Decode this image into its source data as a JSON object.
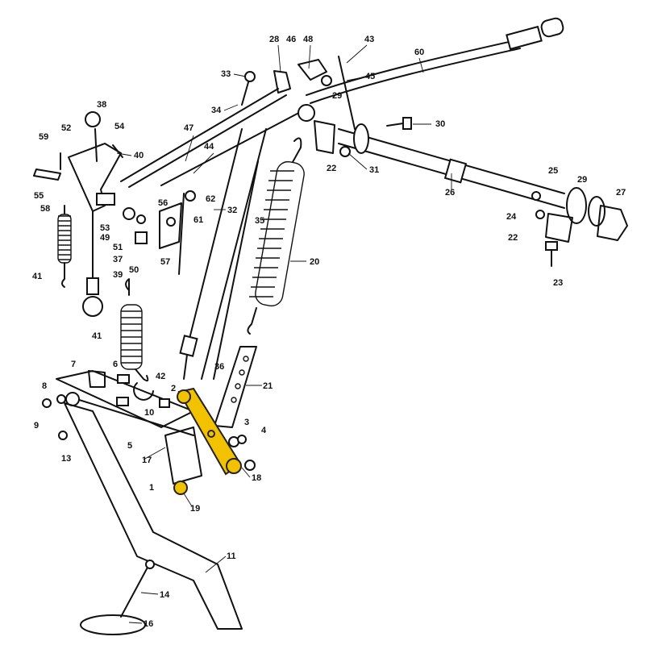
{
  "highlight_color": "#f2c200",
  "labels": [
    {
      "id": "28",
      "t": "28"
    },
    {
      "id": "46",
      "t": "46"
    },
    {
      "id": "48",
      "t": "48"
    },
    {
      "id": "43",
      "t": "43"
    },
    {
      "id": "60",
      "t": "60"
    },
    {
      "id": "33",
      "t": "33"
    },
    {
      "id": "45",
      "t": "45"
    },
    {
      "id": "34",
      "t": "34"
    },
    {
      "id": "29",
      "t": "29"
    },
    {
      "id": "38",
      "t": "38"
    },
    {
      "id": "30a",
      "t": "30"
    },
    {
      "id": "52",
      "t": "52"
    },
    {
      "id": "54",
      "t": "54"
    },
    {
      "id": "47",
      "t": "47"
    },
    {
      "id": "59",
      "t": "59"
    },
    {
      "id": "44",
      "t": "44"
    },
    {
      "id": "40",
      "t": "40"
    },
    {
      "id": "22a",
      "t": "22"
    },
    {
      "id": "31",
      "t": "31"
    },
    {
      "id": "55",
      "t": "55"
    },
    {
      "id": "58",
      "t": "58"
    },
    {
      "id": "56",
      "t": "56"
    },
    {
      "id": "62",
      "t": "62"
    },
    {
      "id": "25",
      "t": "25"
    },
    {
      "id": "29b",
      "t": "29"
    },
    {
      "id": "27",
      "t": "27"
    },
    {
      "id": "26",
      "t": "26"
    },
    {
      "id": "53",
      "t": "53"
    },
    {
      "id": "32",
      "t": "32"
    },
    {
      "id": "35",
      "t": "35"
    },
    {
      "id": "61",
      "t": "61"
    },
    {
      "id": "24",
      "t": "24"
    },
    {
      "id": "22b",
      "t": "22"
    },
    {
      "id": "49",
      "t": "49"
    },
    {
      "id": "51",
      "t": "51"
    },
    {
      "id": "57",
      "t": "57"
    },
    {
      "id": "37",
      "t": "37"
    },
    {
      "id": "50",
      "t": "50"
    },
    {
      "id": "23",
      "t": "23"
    },
    {
      "id": "41a",
      "t": "41"
    },
    {
      "id": "20",
      "t": "20"
    },
    {
      "id": "39",
      "t": "39"
    },
    {
      "id": "41b",
      "t": "41"
    },
    {
      "id": "7",
      "t": "7"
    },
    {
      "id": "6",
      "t": "6"
    },
    {
      "id": "36",
      "t": "36"
    },
    {
      "id": "21",
      "t": "21"
    },
    {
      "id": "42",
      "t": "42"
    },
    {
      "id": "8",
      "t": "8"
    },
    {
      "id": "2",
      "t": "2"
    },
    {
      "id": "10",
      "t": "10"
    },
    {
      "id": "3",
      "t": "3"
    },
    {
      "id": "4",
      "t": "4"
    },
    {
      "id": "9",
      "t": "9"
    },
    {
      "id": "5",
      "t": "5"
    },
    {
      "id": "13",
      "t": "13"
    },
    {
      "id": "17",
      "t": "17"
    },
    {
      "id": "18",
      "t": "18"
    },
    {
      "id": "1",
      "t": "1"
    },
    {
      "id": "19",
      "t": "19"
    },
    {
      "id": "11",
      "t": "11"
    },
    {
      "id": "14",
      "t": "14"
    },
    {
      "id": "16",
      "t": "16"
    }
  ]
}
